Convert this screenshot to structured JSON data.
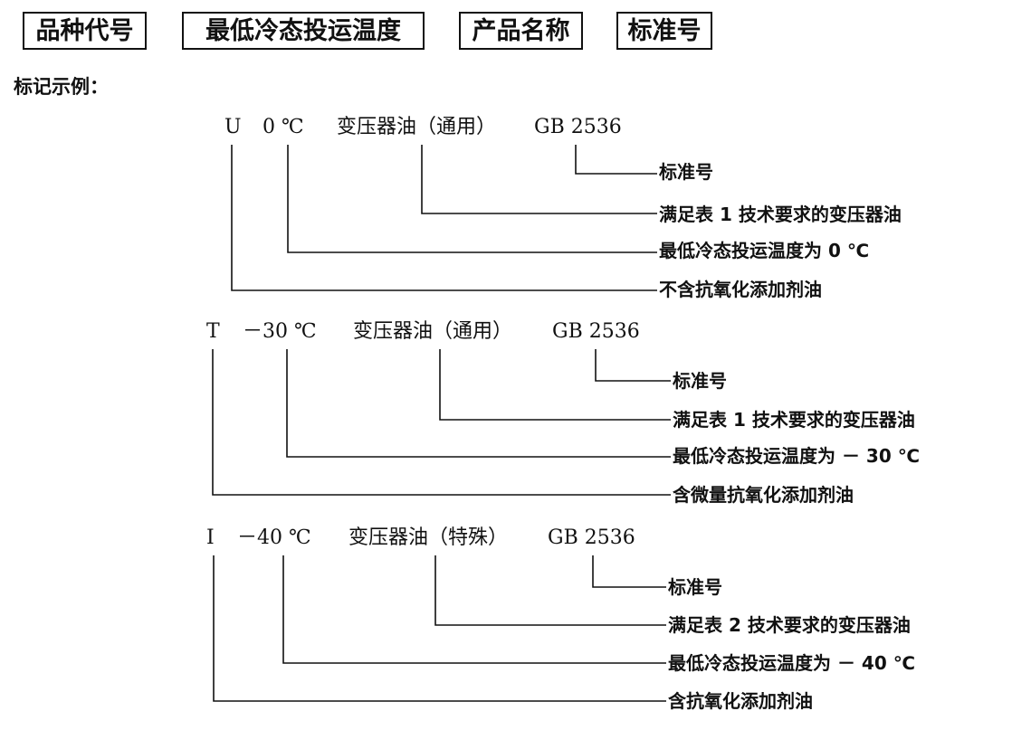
{
  "header_boxes": [
    "品种代号",
    "最低冷态投运温度",
    "产品名称",
    "标准号"
  ],
  "intro": "标记示例：",
  "examples": [
    {
      "code": "U",
      "temp": "0 ℃",
      "product": "变压器油（通用）",
      "standard": "GB 2536",
      "descriptions": [
        "标准号",
        "满足表 1 技术要求的变压器油",
        "最低冷态投运温度为 0 ℃",
        "不含抗氧化添加剂油"
      ]
    },
    {
      "code": "T",
      "temp": "－30 ℃",
      "product": "变压器油（通用）",
      "standard": "GB 2536",
      "descriptions": [
        "标准号",
        "满足表 1 技术要求的变压器油",
        "最低冷态投运温度为 － 30 ℃",
        "含微量抗氧化添加剂油"
      ]
    },
    {
      "code": "I",
      "temp": "－40 ℃",
      "product": "变压器油（特殊）",
      "standard": "GB 2536",
      "descriptions": [
        "标准号",
        "满足表 2 技术要求的变压器油",
        "最低冷态投运温度为 － 40 ℃",
        "含抗氧化添加剂油"
      ]
    }
  ]
}
